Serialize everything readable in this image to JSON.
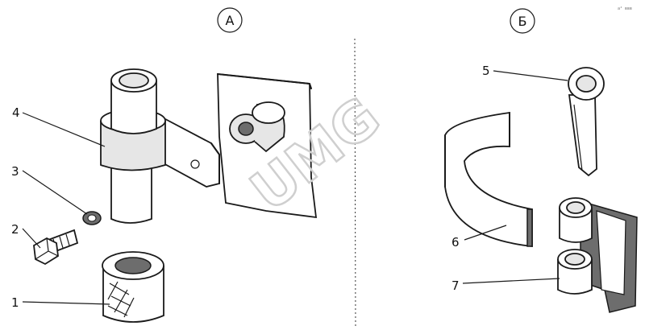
{
  "panels": [
    {
      "letter": "А"
    },
    {
      "letter": "Б"
    }
  ],
  "callouts": [
    {
      "number": "1"
    },
    {
      "number": "2"
    },
    {
      "number": "3"
    },
    {
      "number": "4"
    },
    {
      "number": "5"
    },
    {
      "number": "6"
    },
    {
      "number": "7"
    }
  ],
  "watermark": "UMG",
  "corner_mark": "a⁴ ʙʙʙ",
  "colors": {
    "ink": "#1a1a1a",
    "shade": "#6d6d6d",
    "watermark": "#cfcfcf"
  }
}
